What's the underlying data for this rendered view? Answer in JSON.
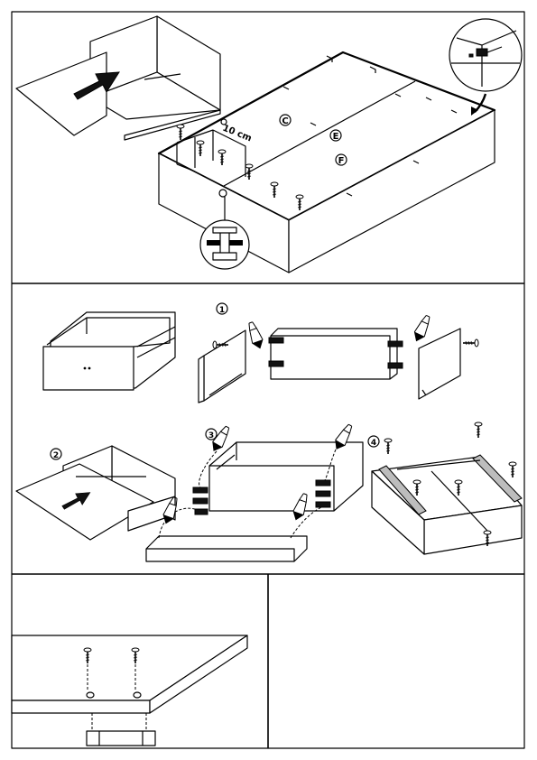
{
  "panel1": {
    "part_labels": [
      {
        "id": "label-c",
        "text": "C"
      },
      {
        "id": "label-e",
        "text": "E"
      },
      {
        "id": "label-f",
        "text": "F"
      }
    ],
    "dimension_label": "10 cm"
  },
  "panel2": {
    "step_markers": [
      {
        "id": "step-1",
        "text": "1"
      },
      {
        "id": "step-2",
        "text": "2"
      },
      {
        "id": "step-3",
        "text": "3"
      },
      {
        "id": "step-4",
        "text": "4"
      }
    ]
  }
}
